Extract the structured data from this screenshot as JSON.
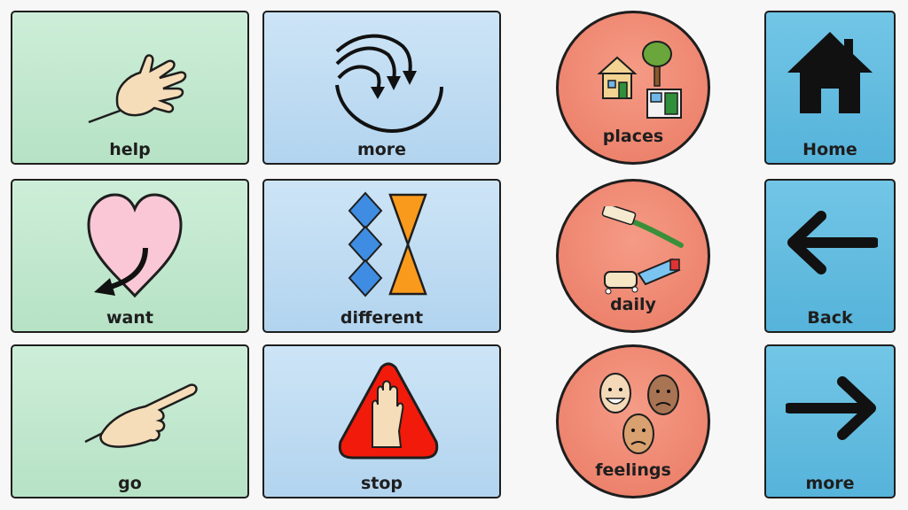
{
  "grid": {
    "help_label": "help",
    "more_label": "more",
    "want_label": "want",
    "different_label": "different",
    "go_label": "go",
    "stop_label": "stop"
  },
  "categories": {
    "places_label": "places",
    "daily_label": "daily",
    "feelings_label": "feelings"
  },
  "navigation": {
    "home_label": "Home",
    "back_label": "Back",
    "more_label": "more"
  },
  "colors": {
    "core_tile": "#c3e8cf",
    "describe_tile": "#bedcf3",
    "category_circle": "#ef8a74",
    "nav_tile": "#62bde0"
  },
  "icons": {
    "help": "open-hand-icon",
    "more": "curved-arrows-icon",
    "want": "heart-arrow-icon",
    "different": "diamonds-hourglass-icon",
    "go": "pointing-hand-icon",
    "stop": "stop-hand-sign-icon",
    "places": "houses-tree-icon",
    "daily": "toothbrush-soap-icon",
    "feelings": "faces-icon",
    "home": "house-icon",
    "back": "left-arrow-icon",
    "next": "right-arrow-icon"
  }
}
